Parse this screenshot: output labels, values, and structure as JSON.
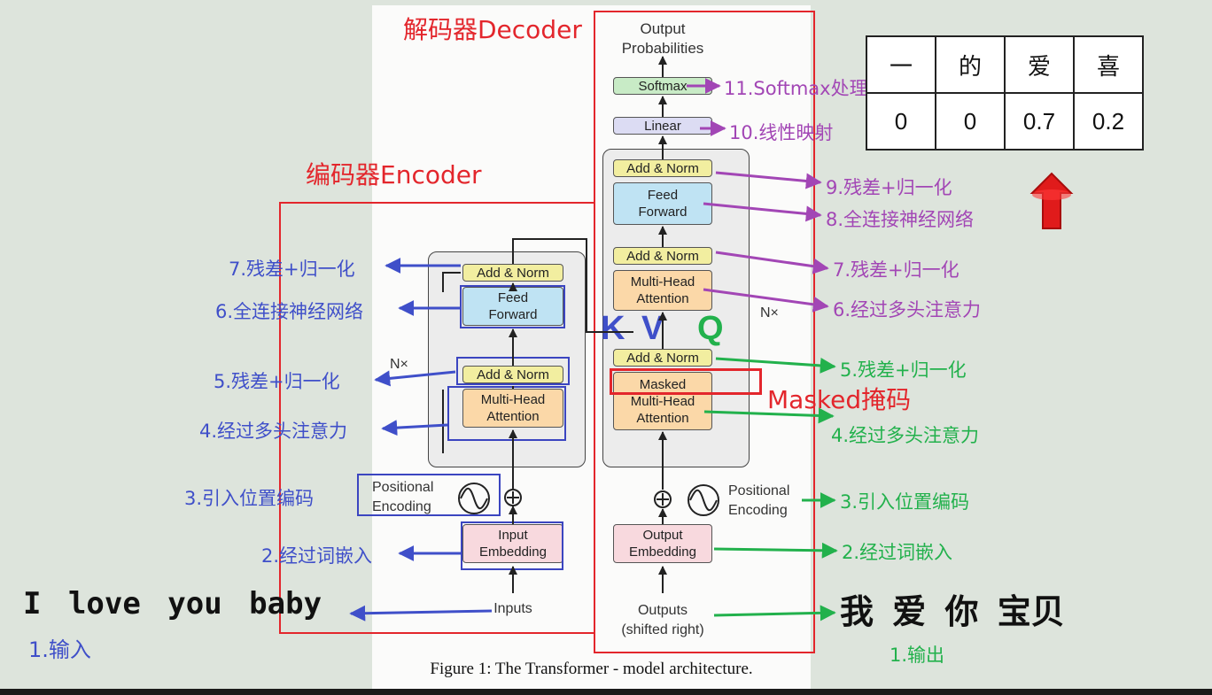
{
  "titles": {
    "decoder": "解码器Decoder",
    "encoder": "编码器Encoder",
    "masked": "Masked掩码"
  },
  "figure_caption": "Figure 1: The Transformer - model architecture.",
  "arch": {
    "output_probabilities": "Output\nProbabilities",
    "softmax": "Softmax",
    "linear": "Linear",
    "add_norm": "Add & Norm",
    "feed_forward": "Feed\nForward",
    "multi_head_attention": "Multi-Head\nAttention",
    "masked": "Masked",
    "nx": "N×",
    "positional_encoding": "Positional\nEncoding",
    "input_embedding": "Input\nEmbedding",
    "output_embedding": "Output\nEmbedding",
    "inputs": "Inputs",
    "outputs": "Outputs\n(shifted right)",
    "k": "K",
    "v": "V",
    "q": "Q"
  },
  "encoder_steps": {
    "s1": "1.输入",
    "s2": "2.经过词嵌入",
    "s3": "3.引入位置编码",
    "s4": "4.经过多头注意力",
    "s5": "5.残差+归一化",
    "s6": "6.全连接神经网络",
    "s7": "7.残差+归一化"
  },
  "decoder_steps": {
    "s1": "1.输出",
    "s2": "2.经过词嵌入",
    "s3": "3.引入位置编码",
    "s4": "4.经过多头注意力",
    "s5": "5.残差+归一化",
    "s6": "6.经过多头注意力",
    "s7": "7.残差+归一化",
    "s8": "8.全连接神经网络",
    "s9": "9.残差+归一化",
    "s10": "10.线性映射",
    "s11": "11.Softmax处理"
  },
  "input_sentence": "I love you baby",
  "output_sentence": "我 爱 你 宝贝",
  "prob_table": {
    "tokens": [
      "一",
      "的",
      "爱",
      "喜"
    ],
    "values": [
      "0",
      "0",
      "0.7",
      "0.2"
    ]
  },
  "colors": {
    "encoder_annot": "#3f4fc9",
    "decoder_annot": "#22b14c",
    "output_annot": "#a246b5",
    "highlight": "#e3262c"
  }
}
